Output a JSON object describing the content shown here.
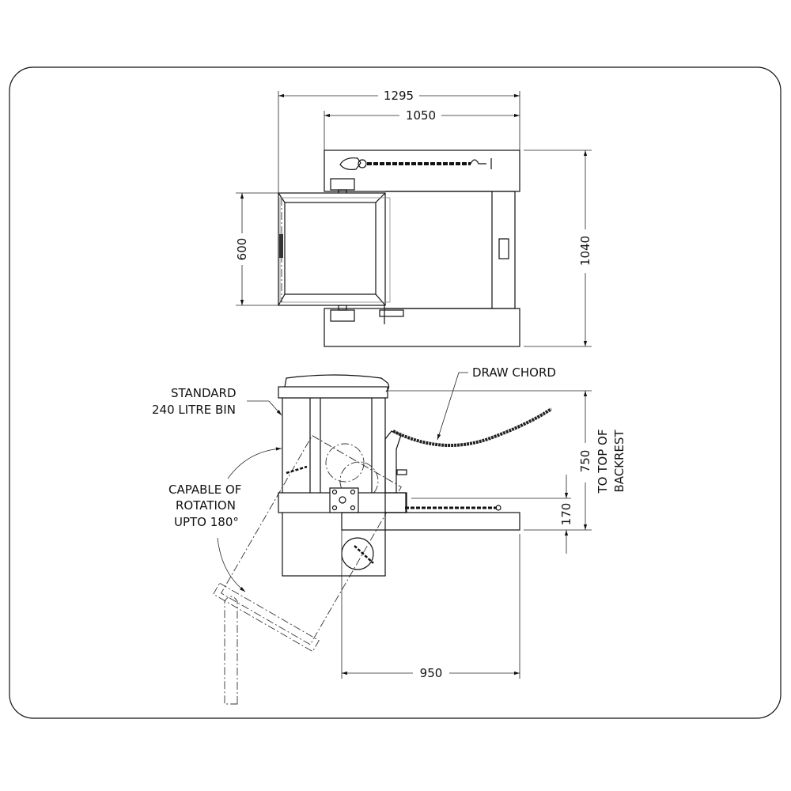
{
  "dimensions": {
    "overall_width": "1295",
    "frame_width": "1050",
    "bin_depth": "600",
    "overall_length": "1040",
    "backrest_height": "750",
    "backrest_note_1": "TO TOP OF",
    "backrest_note_2": "BACKREST",
    "tine_height": "170",
    "reach": "950"
  },
  "labels": {
    "draw_chord": "DRAW CHORD",
    "bin_line1": "STANDARD",
    "bin_line2": "240 LITRE BIN",
    "rotation_line1": "CAPABLE OF",
    "rotation_line2": "ROTATION",
    "rotation_line3": "UPTO 180°"
  }
}
